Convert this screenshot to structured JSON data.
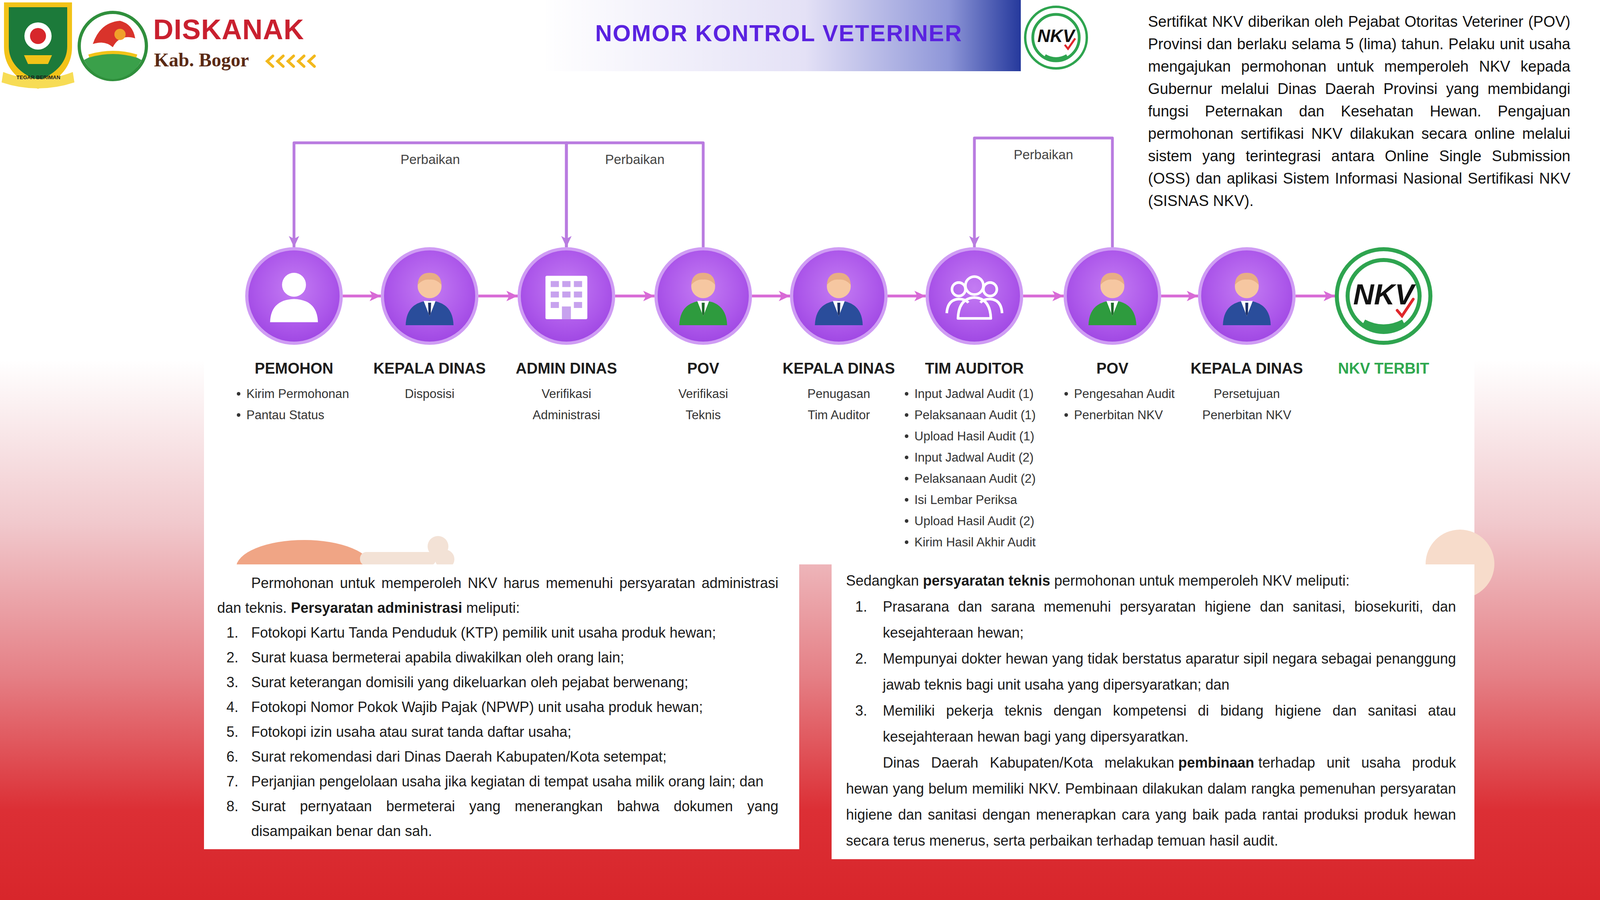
{
  "diagram": {
    "title": "NOMOR KONTROL VETERINER",
    "nodes": [
      {
        "text": [
          "PEMOHON",
          "Kirim Permohonan",
          "Pantau Status"
        ]
      },
      {
        "text": [
          "KEPALA DINAS",
          "Disposisi"
        ]
      },
      {
        "text": [
          "ADMIN DINAS",
          "Verifikasi Administrasi"
        ]
      },
      {
        "text": [
          "POV",
          "Verifikasi Teknis"
        ]
      },
      {
        "text": [
          "KEPALA DINAS",
          "Penugasan Tim Auditor"
        ]
      },
      {
        "text": [
          "TIM AUDITOR",
          "Input Jadwal Audit (1)",
          "Pelaksanaan Audit (1)",
          "Upload Hasil Audit (1)",
          "Input Jadwal Audit (2)",
          "Pelaksanaan Audit (2)",
          "Isi Lembar Periksa",
          "Upload Hasil Audit (2)",
          "Kirim Hasil Akhir Audit"
        ]
      },
      {
        "text": [
          "POV",
          "Pengesahan Audit",
          "Penerbitan NKV"
        ]
      },
      {
        "text": [
          "KEPALA DINAS",
          "Persetujuan Penerbitan NKV"
        ]
      },
      {
        "text": [
          "NKV",
          "NKV TERBIT"
        ]
      },
      {
        "text": [
          "Permohonan untuk memperoleh NKV harus memenuhi persyaratan administrasi dan teknis.",
          "Persyaratan administrasi",
          "meliputi:",
          "1.",
          "Fotokopi Kartu Tanda Penduduk (KTP) pemilik unit usaha produk hewan;",
          "2.",
          "Surat kuasa bermeterai apabila diwakilkan oleh orang lain;",
          "3.",
          "Surat keterangan domisili yang dikeluarkan oleh pejabat berwenang;",
          "4.",
          "Fotokopi Nomor Pokok Wajib Pajak (NPWP) unit usaha produk hewan;",
          "5.",
          "Fotokopi izin usaha atau surat tanda daftar usaha;",
          "6.",
          "Surat rekomendasi dari Dinas Daerah Kabupaten/Kota setempat;",
          "7.",
          "Perjanjian pengelolaan usaha jika kegiatan di tempat usaha milik orang lain; dan",
          "8.",
          "Surat pernyataan bermeterai yang menerangkan bahwa dokumen yang disampaikan benar dan sah."
        ]
      },
      {
        "text": [
          "Sedangkan",
          "persyaratan teknis",
          "permohonan untuk memperoleh NKV meliputi:",
          "1.",
          "Prasarana dan sarana memenuhi persyaratan higiene dan sanitasi, biosekuriti, dan kesejahteraan hewan;",
          "2.",
          "Mempunyai dokter hewan yang tidak berstatus aparatur sipil negara sebagai penanggung jawab teknis bagi unit usaha yang dipersyaratkan; dan",
          "3.",
          "Memiliki pekerja teknis dengan kompetensi di bidang higiene dan sanitasi atau kesejahteraan hewan bagi yang dipersyaratkan.",
          "Dinas Daerah Kabupaten/Kota melakukan",
          "pembinaan",
          "terhadap unit usaha produk hewan yang belum memiliki NKV. Pembinaan dilakukan dalam rangka pemenuhan persyaratan higiene dan sanitasi dengan menerapkan cara yang baik pada rantai produksi produk hewan secara terus menerus, serta perbaikan terhadap temuan hasil audit."
        ]
      }
    ],
    "edges": [
      {
        "from": 0,
        "to": 1,
        "arrow": "to"
      },
      {
        "from": 1,
        "to": 2,
        "arrow": "to"
      },
      {
        "from": 2,
        "to": 3,
        "arrow": "to"
      },
      {
        "from": 3,
        "to": 4,
        "arrow": "to"
      },
      {
        "from": 4,
        "to": 5,
        "arrow": "to"
      },
      {
        "from": 5,
        "to": 6,
        "arrow": "to"
      },
      {
        "from": 6,
        "to": 7,
        "arrow": "to"
      },
      {
        "from": 7,
        "to": 8,
        "arrow": "to"
      },
      {
        "from": 2,
        "to": 0,
        "label": "Perbaikan",
        "arrow": "to"
      },
      {
        "from": 3,
        "to": 2,
        "label": "Perbaikan",
        "arrow": "to"
      },
      {
        "from": 6,
        "to": 5,
        "label": "Perbaikan",
        "arrow": "to"
      }
    ],
    "labels": [
      "DISKANAK",
      "Kab. Bogor",
      "TEGAR BERIMAN",
      "NKV",
      "Sertifikat NKV diberikan oleh Pejabat Otoritas Veteriner (POV) Provinsi dan berlaku selama 5 (lima) tahun. Pelaku unit usaha mengajukan permohonan untuk memperoleh NKV kepada Gubernur melalui Dinas Daerah Provinsi yang membidangi fungsi Peternakan dan Kesehatan Hewan. Pengajuan permohonan sertifikasi NKV dilakukan secara online melalui sistem yang terintegrasi antara Online Single Submission (OSS) dan aplikasi Sistem Informasi Nasional Sertifikasi NKV (SISNAS NKV)."
    ]
  }
}
